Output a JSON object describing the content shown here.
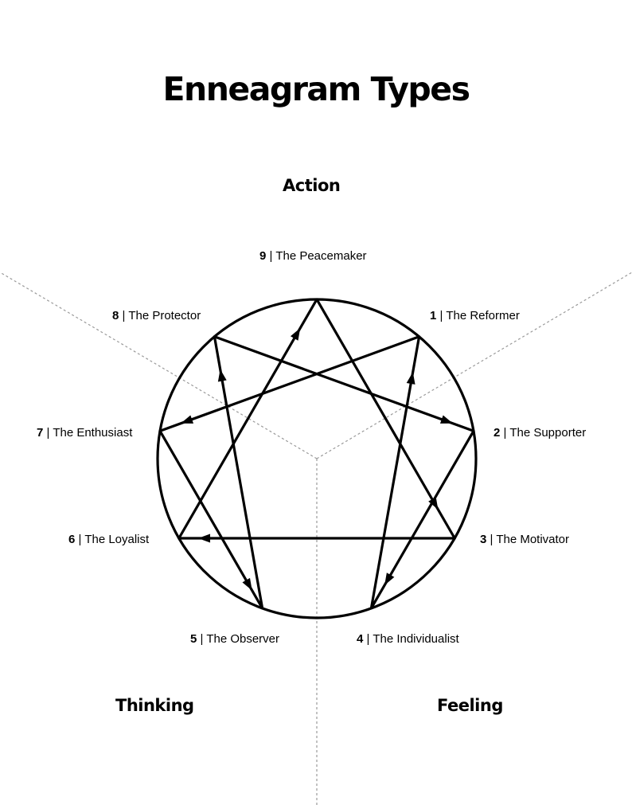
{
  "title": "Enneagram Types",
  "centers": {
    "action": "Action",
    "thinking": "Thinking",
    "feeling": "Feeling"
  },
  "types": [
    {
      "number": "1",
      "name": "The Reformer"
    },
    {
      "number": "2",
      "name": "The Supporter"
    },
    {
      "number": "3",
      "name": "The Motivator"
    },
    {
      "number": "4",
      "name": "The Individualist"
    },
    {
      "number": "5",
      "name": "The Observer"
    },
    {
      "number": "6",
      "name": "The Loyalist"
    },
    {
      "number": "7",
      "name": "The Enthusiast"
    },
    {
      "number": "8",
      "name": "The Protector"
    },
    {
      "number": "9",
      "name": "The Peacemaker"
    }
  ],
  "separator": " | ",
  "colors": {
    "line": "#000000",
    "divider": "#9a9a9a",
    "background": "#ffffff"
  }
}
